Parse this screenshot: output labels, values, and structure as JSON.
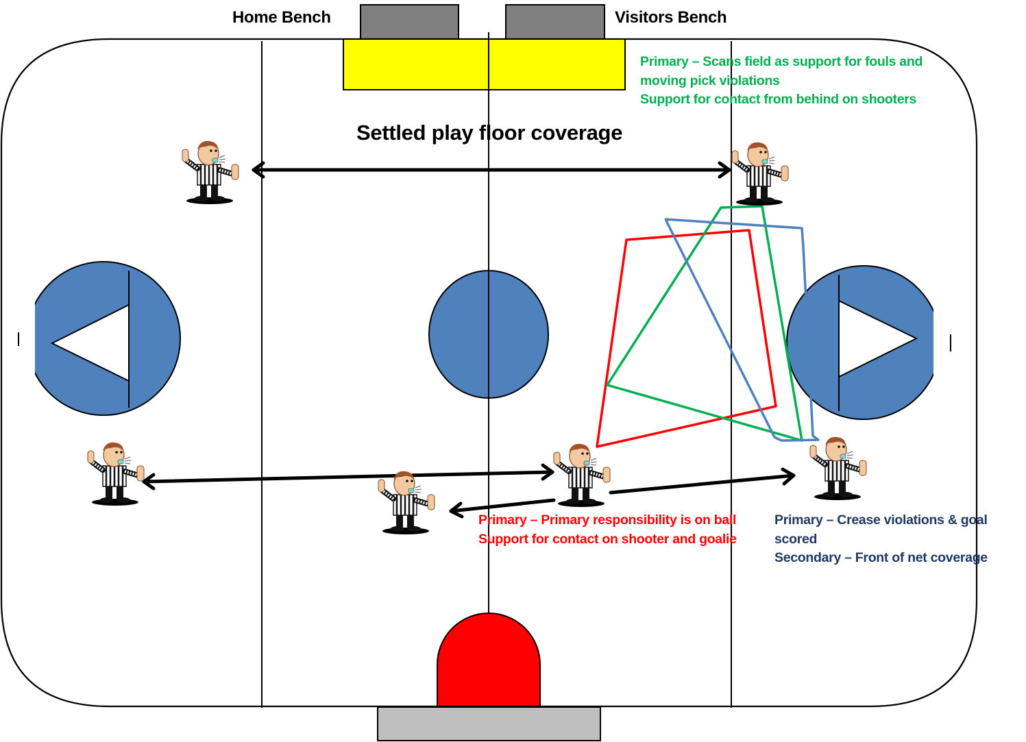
{
  "diagram": {
    "title": "Settled play floor coverage",
    "benches": {
      "home": "Home Bench",
      "visitors": "Visitors Bench"
    },
    "notes": {
      "trail_official": {
        "color": "#00b050",
        "lines": [
          "Primary – Scans  field as support for fouls and",
          "moving pick violations",
          "Support for contact from behind on shooters"
        ]
      },
      "ball_official": {
        "color": "#ff0000",
        "lines": [
          "Primary – Primary responsibility is on ball",
          "Support for contact on shooter and goalie"
        ]
      },
      "goal_line_official": {
        "color": "#1f3864",
        "lines": [
          "Primary – Crease violations & goal",
          "scored",
          "Secondary – Front of net coverage"
        ]
      }
    },
    "colors": {
      "crease_blue": "#4f81bd",
      "scorer_table_yellow": "#ffff00",
      "bench_gray": "#808080",
      "penalty_box_gray": "#bfbfbf",
      "faceoff_red": "#ff0000",
      "zone_red": "#ff0000",
      "zone_green": "#00b050",
      "zone_blue": "#4f81bd"
    },
    "officials": [
      {
        "id": "official-top-left",
        "icon": "referee-whistle-icon"
      },
      {
        "id": "official-top-right",
        "icon": "referee-whistle-icon"
      },
      {
        "id": "official-left",
        "icon": "referee-whistle-icon"
      },
      {
        "id": "official-center-bottom",
        "icon": "referee-whistle-icon"
      },
      {
        "id": "official-ball",
        "icon": "referee-whistle-icon"
      },
      {
        "id": "official-goal-line",
        "icon": "referee-whistle-icon"
      }
    ]
  }
}
